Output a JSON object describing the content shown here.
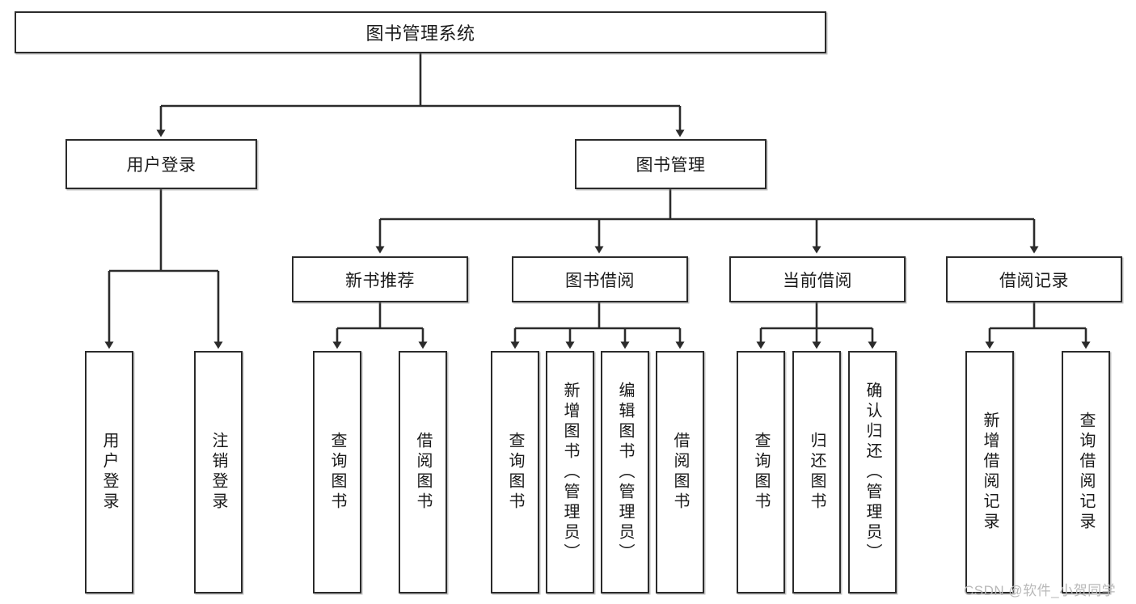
{
  "diagram": {
    "title": "图书管理系统",
    "type": "tree-hierarchy-diagram",
    "root": {
      "label": "图书管理系统"
    },
    "level2": [
      {
        "label": "用户登录"
      },
      {
        "label": "图书管理"
      }
    ],
    "level3": [
      {
        "label": "新书推荐"
      },
      {
        "label": "图书借阅"
      },
      {
        "label": "当前借阅"
      },
      {
        "label": "借阅记录"
      }
    ],
    "leaves": {
      "user_login": [
        {
          "label": "用户登录"
        },
        {
          "label": "注销登录"
        }
      ],
      "new_book_recommend": [
        {
          "label": "查询图书"
        },
        {
          "label": "借阅图书"
        }
      ],
      "book_borrow": [
        {
          "label": "查询图书"
        },
        {
          "label": "新增图书（管理员）"
        },
        {
          "label": "编辑图书（管理员）"
        },
        {
          "label": "借阅图书"
        }
      ],
      "current_borrow": [
        {
          "label": "查询图书"
        },
        {
          "label": "归还图书"
        },
        {
          "label": "确认归还（管理员）"
        }
      ],
      "borrow_record": [
        {
          "label": "新增借阅记录"
        },
        {
          "label": "查询借阅记录"
        }
      ]
    }
  },
  "watermark": {
    "text": "CSDN @软件_小贺同学"
  },
  "colors": {
    "stroke": "#2b2b2b",
    "box_fill": "#ffffff",
    "text": "#1a1a1a",
    "watermark": "#b9b9b9",
    "background": "#ffffff"
  }
}
